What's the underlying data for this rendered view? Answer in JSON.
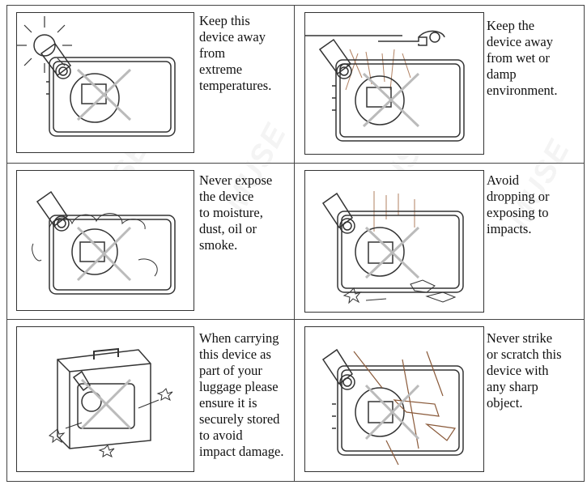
{
  "warnings": [
    {
      "id": "temperature",
      "text": "Keep this\ndevice away\nfrom\nextreme\ntemperatures."
    },
    {
      "id": "wet",
      "text": "Keep the\ndevice away\nfrom wet or\ndamp\nenvironment."
    },
    {
      "id": "moisture",
      "text": "Never expose\nthe device\nto moisture,\ndust, oil or\nsmoke."
    },
    {
      "id": "impacts",
      "text": "Avoid\ndropping or\nexposing to\nimpacts."
    },
    {
      "id": "luggage",
      "text": "When carrying\nthis device as\npart of your\nluggage please\nensure it is\nsecurely stored\nto avoid\nimpact damage."
    },
    {
      "id": "sharp",
      "text": "Never strike\nor scratch this\ndevice with\nany sharp\nobject."
    }
  ],
  "watermark": "MUSE",
  "colors": {
    "line": "#333333",
    "border": "#444444",
    "accent_drops": "#b08060"
  }
}
